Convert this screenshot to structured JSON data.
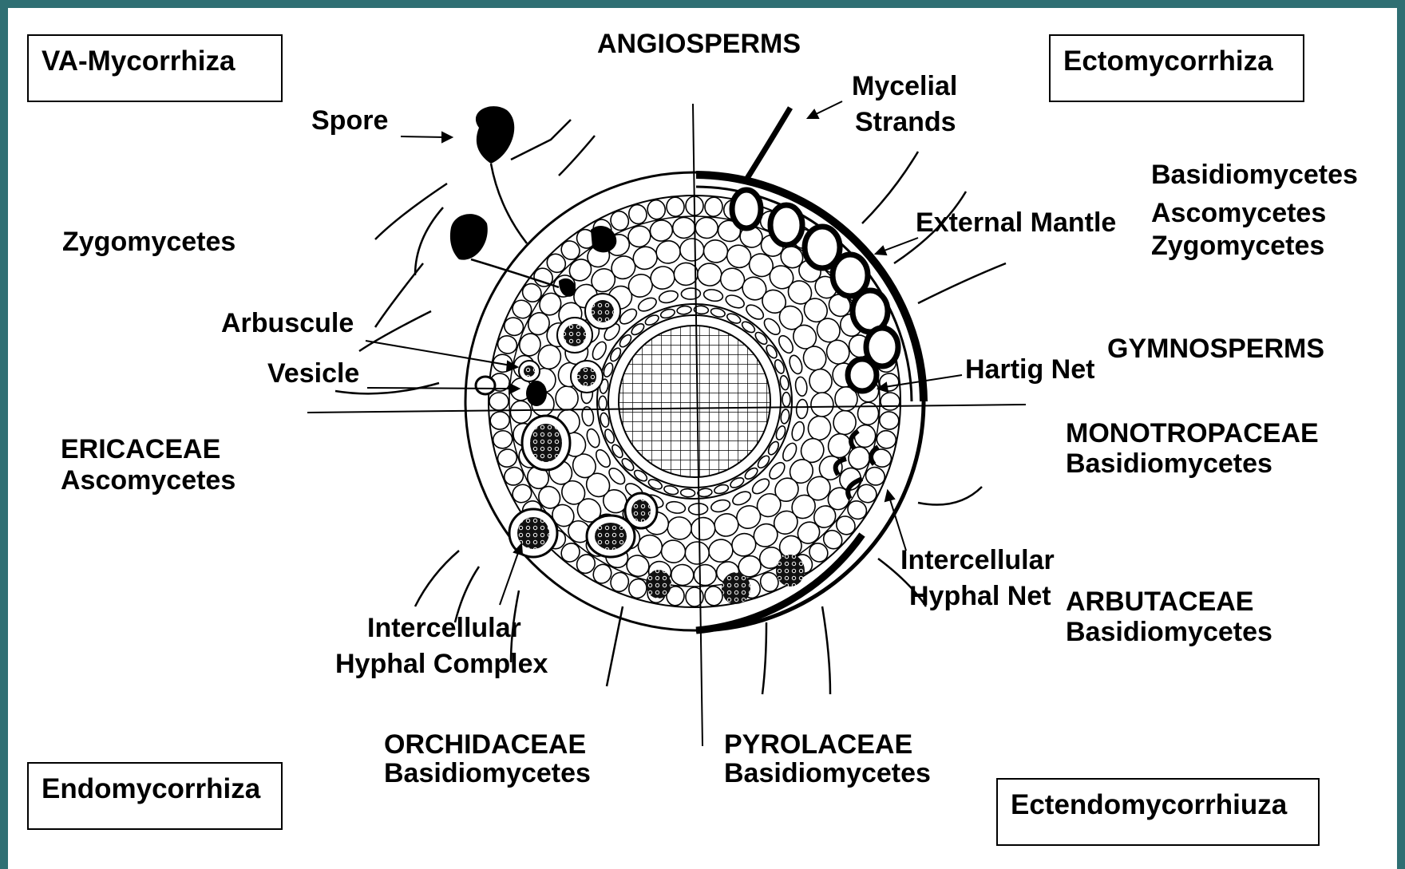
{
  "title": "ANGIOSPERMS",
  "boxes": {
    "va_mycorrhiza": "VA-Mycorrhiza",
    "ectomycorrhiza": "Ectomycorrhiza",
    "endomycorrhiza": "Endomycorrhiza",
    "ectendomycorrhiza": "Ectendomycorrhiuza"
  },
  "labels": {
    "spore": "Spore",
    "mycelial_strands_1": "Mycelial",
    "mycelial_strands_2": "Strands",
    "external_mantle": "External Mantle",
    "arbuscule": "Arbuscule",
    "vesicle": "Vesicle",
    "hartig_net": "Hartig Net",
    "intercellular_hyphal_net_1": "Intercellular",
    "intercellular_hyphal_net_2": "Hyphal Net",
    "intercellular_hyphal_complex_1": "Intercellular",
    "intercellular_hyphal_complex_2": "Hyphal Complex"
  },
  "groups": {
    "zygomycetes_left": "Zygomycetes",
    "ecto_fungi": [
      "Basidiomycetes",
      "Ascomycetes",
      "Zygomycetes"
    ],
    "gymnosperms": "GYMNOSPERMS",
    "ericaceae": "ERICACEAE",
    "ericaceae_fungi": "Ascomycetes",
    "monotropaceae": "MONOTROPACEAE",
    "monotropaceae_fungi": "Basidiomycetes",
    "arbutaceae": "ARBUTACEAE",
    "arbutaceae_fungi": "Basidiomycetes",
    "orchidaceae": "ORCHIDACEAE",
    "orchidaceae_fungi": "Basidiomycetes",
    "pyrolaceae": "PYROLACEAE",
    "pyrolaceae_fungi": "Basidiomycetes"
  }
}
